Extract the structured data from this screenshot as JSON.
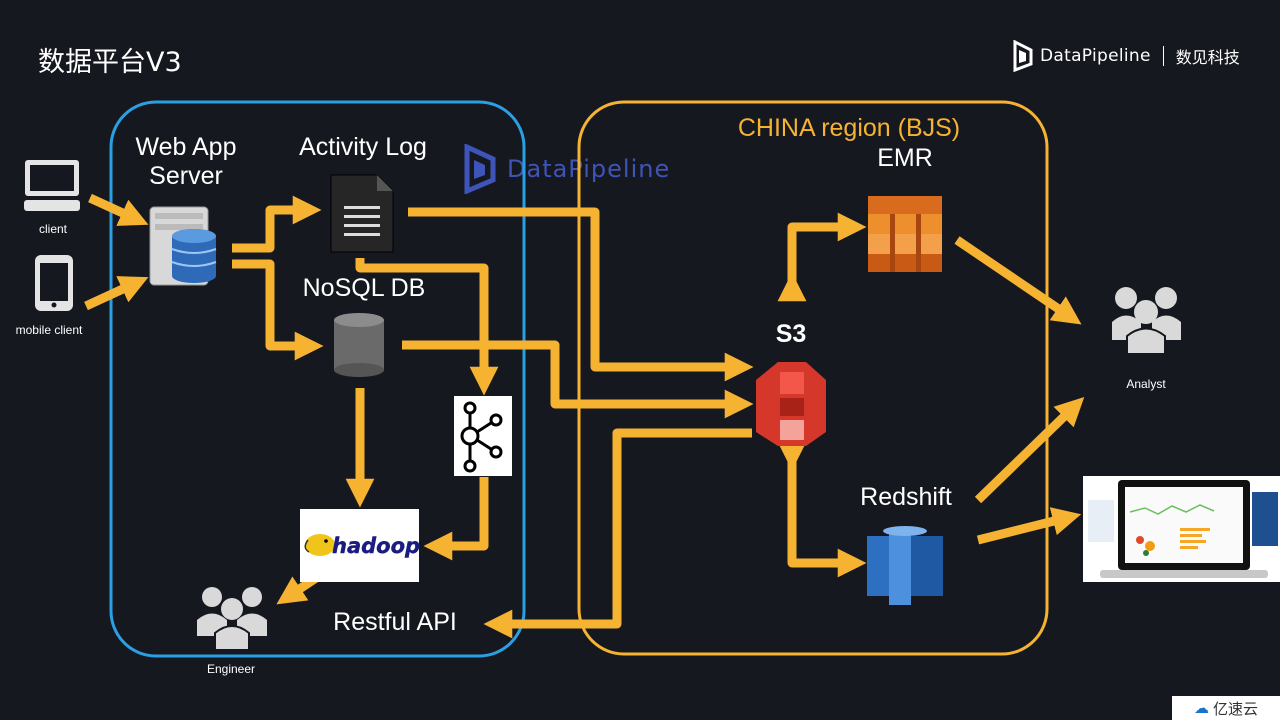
{
  "title": "数据平台V3",
  "brand": {
    "name": "DataPipeline",
    "cn": "数见科技"
  },
  "watermark": "DataPipeline",
  "china_region": "CHINA region (BJS)",
  "nodes": {
    "client": "client",
    "mobile_client": "mobile client",
    "web_app_line1": "Web App",
    "web_app_line2": "Server",
    "activity_log": "Activity Log",
    "nosql_db": "NoSQL DB",
    "hadoop": "hadoop",
    "engineer": "Engineer",
    "restful_api": "Restful API",
    "emr": "EMR",
    "s3": "S3",
    "redshift": "Redshift",
    "analyst": "Analyst"
  },
  "footer": "亿速云",
  "colors": {
    "arrow": "#f5b331",
    "left_box": "#2b9fe3",
    "right_box": "#f5b331",
    "background": "#161820"
  }
}
